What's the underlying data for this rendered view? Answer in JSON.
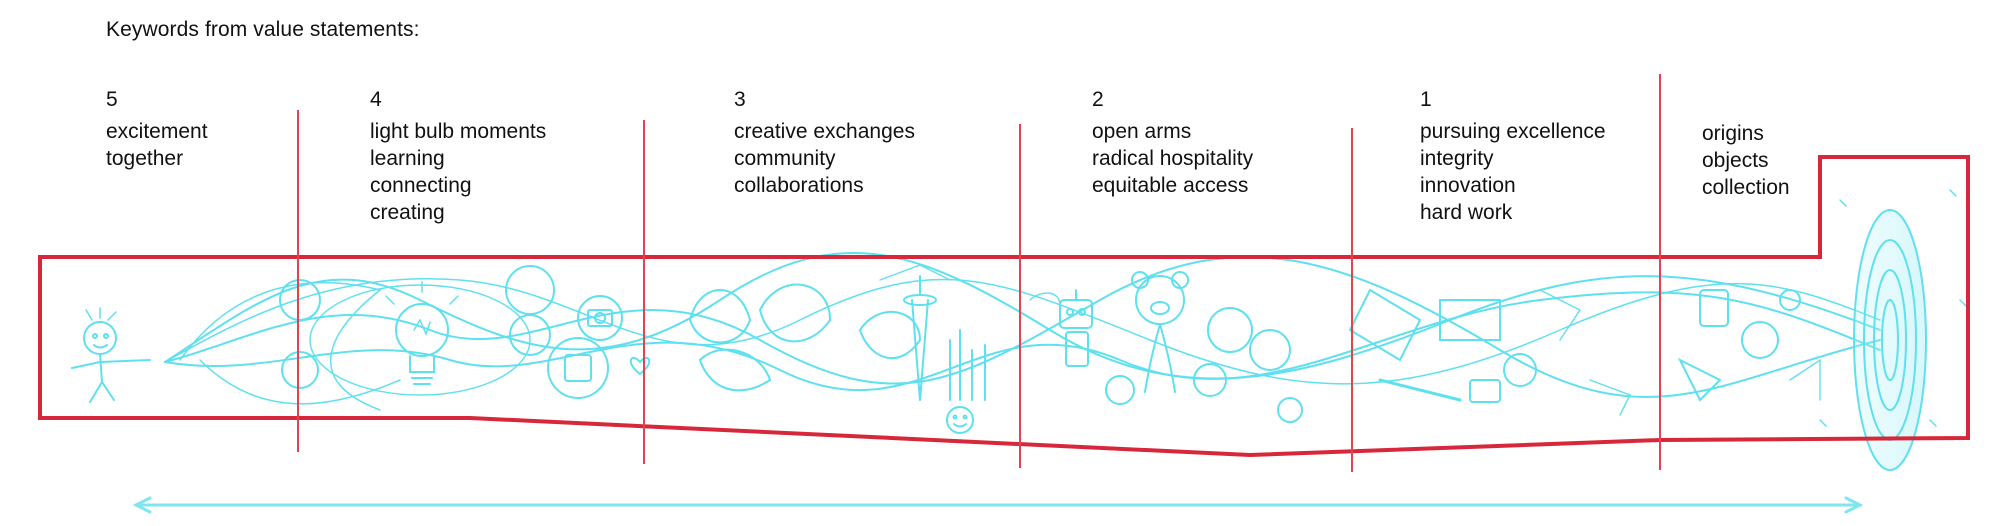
{
  "title": "Keywords from value statements:",
  "sections": [
    {
      "number": "5",
      "keywords": [
        "excitement",
        "together"
      ]
    },
    {
      "number": "4",
      "keywords": [
        "light bulb moments",
        "learning",
        "connecting",
        "creating"
      ]
    },
    {
      "number": "3",
      "keywords": [
        "creative exchanges",
        "community",
        "collaborations"
      ]
    },
    {
      "number": "2",
      "keywords": [
        "open arms",
        "radical hospitality",
        "equitable access"
      ]
    },
    {
      "number": "1",
      "keywords": [
        "pursuing excellence",
        "integrity",
        "innovation",
        "hard work"
      ]
    },
    {
      "number": "",
      "keywords": [
        "origins",
        "objects",
        "collection"
      ]
    }
  ],
  "colors": {
    "divider": "#e0444e",
    "outline": "#d6283a",
    "illustration": "#5fe0ee",
    "timeline_arrow": "#7fe6f0"
  },
  "icons": [
    "lightbulb-icon",
    "camera-icon",
    "heart-icon",
    "space-needle-icon",
    "bear-icon",
    "robot-icon",
    "smiley-icon",
    "portal-icon",
    "character-icon"
  ]
}
